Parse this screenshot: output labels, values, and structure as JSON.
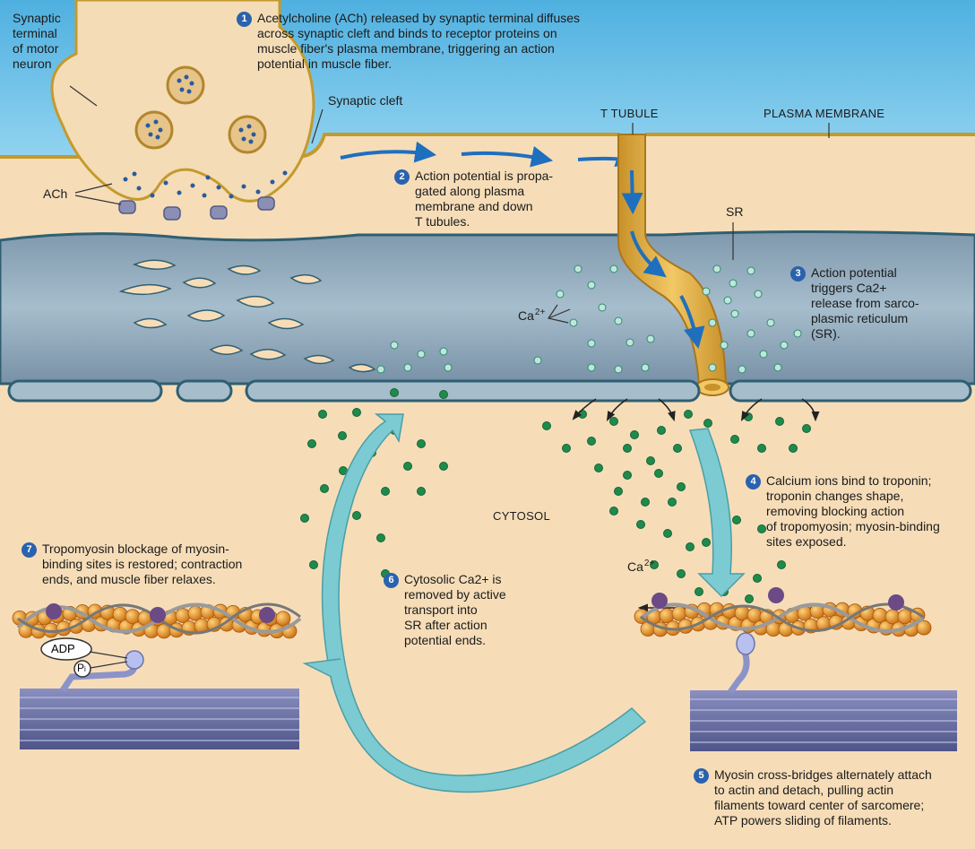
{
  "labels": {
    "synaptic_terminal": "Synaptic\nterminal\nof motor\nneuron",
    "synaptic_cleft": "Synaptic cleft",
    "t_tubule": "T TUBULE",
    "plasma_membrane": "PLASMA MEMBRANE",
    "ach": "ACh",
    "sr": "SR",
    "cytosol": "CYTOSOL",
    "ca_base": "Ca",
    "ca_charge": "2+",
    "adp": "ADP",
    "pi": "P",
    "pi_sub": "i"
  },
  "steps": [
    {
      "num": "1",
      "text": "Acetylcholine (ACh) released by synaptic terminal diffuses\nacross synaptic cleft and binds to receptor proteins on\nmuscle fiber's plasma membrane, triggering an action\npotential in muscle fiber."
    },
    {
      "num": "2",
      "text": "Action potential is propa-\ngated along plasma\nmembrane and down\nT tubules."
    },
    {
      "num": "3",
      "text": "Action potential\ntriggers Ca2+\nrelease from sarco-\nplasmic reticulum\n(SR)."
    },
    {
      "num": "4",
      "text": "Calcium ions bind to troponin;\ntroponin changes shape,\nremoving blocking action\nof tropomyosin; myosin-binding\nsites exposed."
    },
    {
      "num": "5",
      "text": "Myosin cross-bridges alternately attach\nto actin and detach, pulling actin\nfilaments toward center of sarcomere;\nATP powers sliding of filaments."
    },
    {
      "num": "6",
      "text": "Cytosolic Ca2+ is\nremoved by active\ntransport into\nSR after action\npotential ends."
    },
    {
      "num": "7",
      "text": "Tropomyosin blockage of myosin-\nbinding sites is restored; contraction\nends, and muscle fiber relaxes."
    }
  ],
  "colors": {
    "extracellular": "#6cc3e8",
    "cytosol": "#f6ddb8",
    "membrane": "#c39a2c",
    "sr": "#8ea7b8",
    "sr_edge": "#2f5f72",
    "ttubule": "#e3b449",
    "calcium": "#1f8a4c",
    "actin": "#e59a2a",
    "myosin_head": "#9aa8d8",
    "thick_filament": "#6d73a8",
    "step_badge": "#2a62ad",
    "recycle_arrow": "#7ccbd2"
  }
}
